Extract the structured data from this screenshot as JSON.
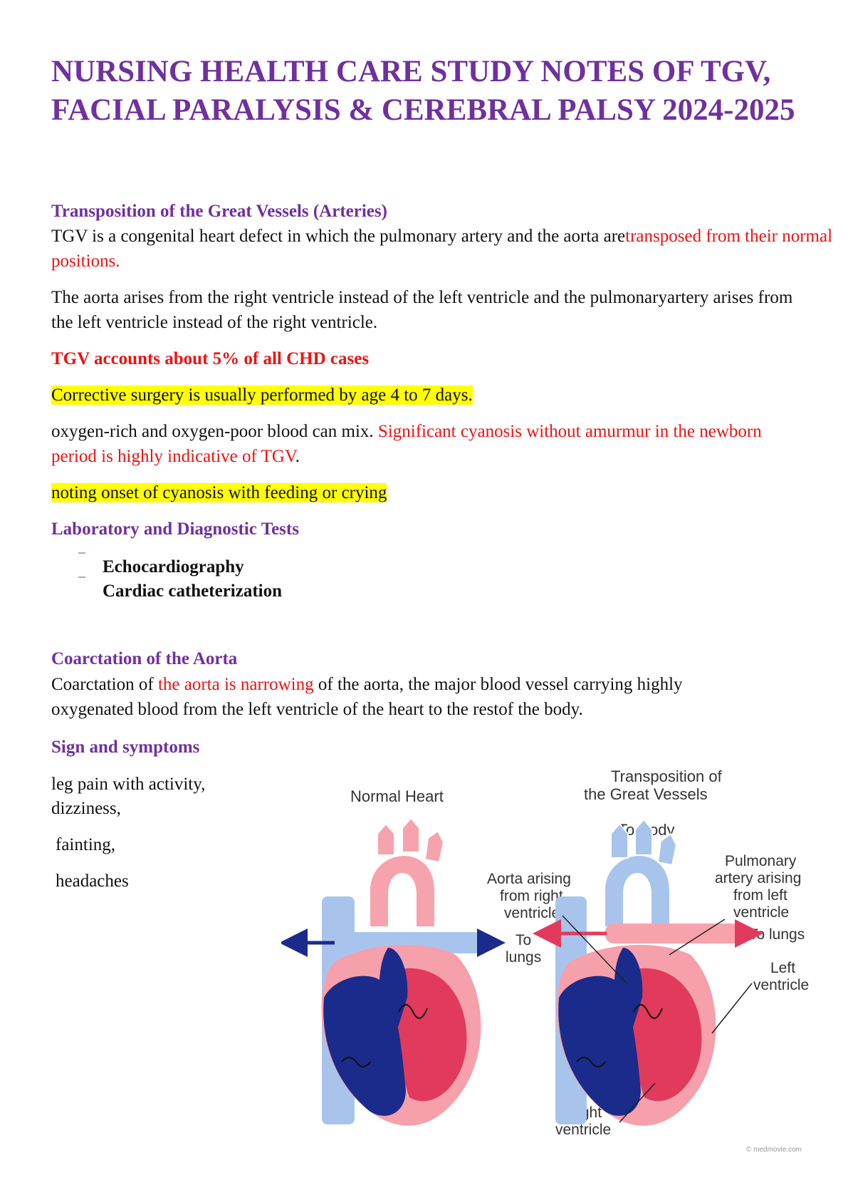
{
  "title": "NURSING HEALTH CARE STUDY NOTES OF TGV, FACIAL PARALYSIS & CEREBRAL PALSY 2024-2025",
  "tgv": {
    "heading": "Transposition of the Great Vessels (Arteries)",
    "p1_a": "TGV is a congenital heart defect in which the pulmonary artery and the aorta are",
    "p1_b": "transposed from their normal positions.",
    "p2": "The aorta arises from the right ventricle instead of the left ventricle and the pulmonaryartery arises from the left ventricle instead of the right ventricle.",
    "p3": "TGV accounts about 5% of all CHD cases",
    "p4": "Corrective surgery is usually performed by age 4 to 7 days.",
    "p5_a": "oxygen-rich and oxygen-poor blood can mix. ",
    "p5_b": "Significant cyanosis without amurmur in the newborn period is highly indicative of TGV",
    "p5_c": ".",
    "p6": "noting onset of cyanosis with feeding or crying"
  },
  "lab": {
    "heading": "Laboratory and Diagnostic Tests",
    "bullet": "¯",
    "items": [
      "Echocardiography",
      "Cardiac catheterization"
    ]
  },
  "coarct": {
    "heading": "Coarctation of the Aorta",
    "p_a": "Coarctation of ",
    "p_b": "the aorta is narrowing",
    "p_c": " of the aorta, the major blood vessel carrying highly oxygenated blood from the left ventricle of the heart to the restof the body."
  },
  "signs": {
    "heading": "Sign and symptoms",
    "items": [
      "leg pain with activity,",
      "dizziness,",
      "fainting,",
      "headaches"
    ]
  },
  "figure": {
    "normal_title": "Normal Heart",
    "tgv_title_1": "Transposition of",
    "tgv_title_2": "the Great Vessels",
    "to_body": "To Body",
    "aorta_1": "Aorta arising",
    "aorta_2": "from right",
    "aorta_3": "ventricle",
    "pulm_1": "Pulmonary",
    "pulm_2": "artery arising",
    "pulm_3": "from left",
    "pulm_4": "ventricle",
    "to_lungs_left_1": "To",
    "to_lungs_left_2": "lungs",
    "to_lungs_right": "To lungs",
    "lv_1": "Left",
    "lv_2": "ventricle",
    "rv_1": "Right",
    "rv_2": "ventricle",
    "credit": "© medmovie.com",
    "colors": {
      "oxygen_poor": "#1a2b8c",
      "oxygen_rich": "#e23a5c",
      "wall": "#f6a3ad",
      "vein": "#a9c4ec"
    }
  }
}
